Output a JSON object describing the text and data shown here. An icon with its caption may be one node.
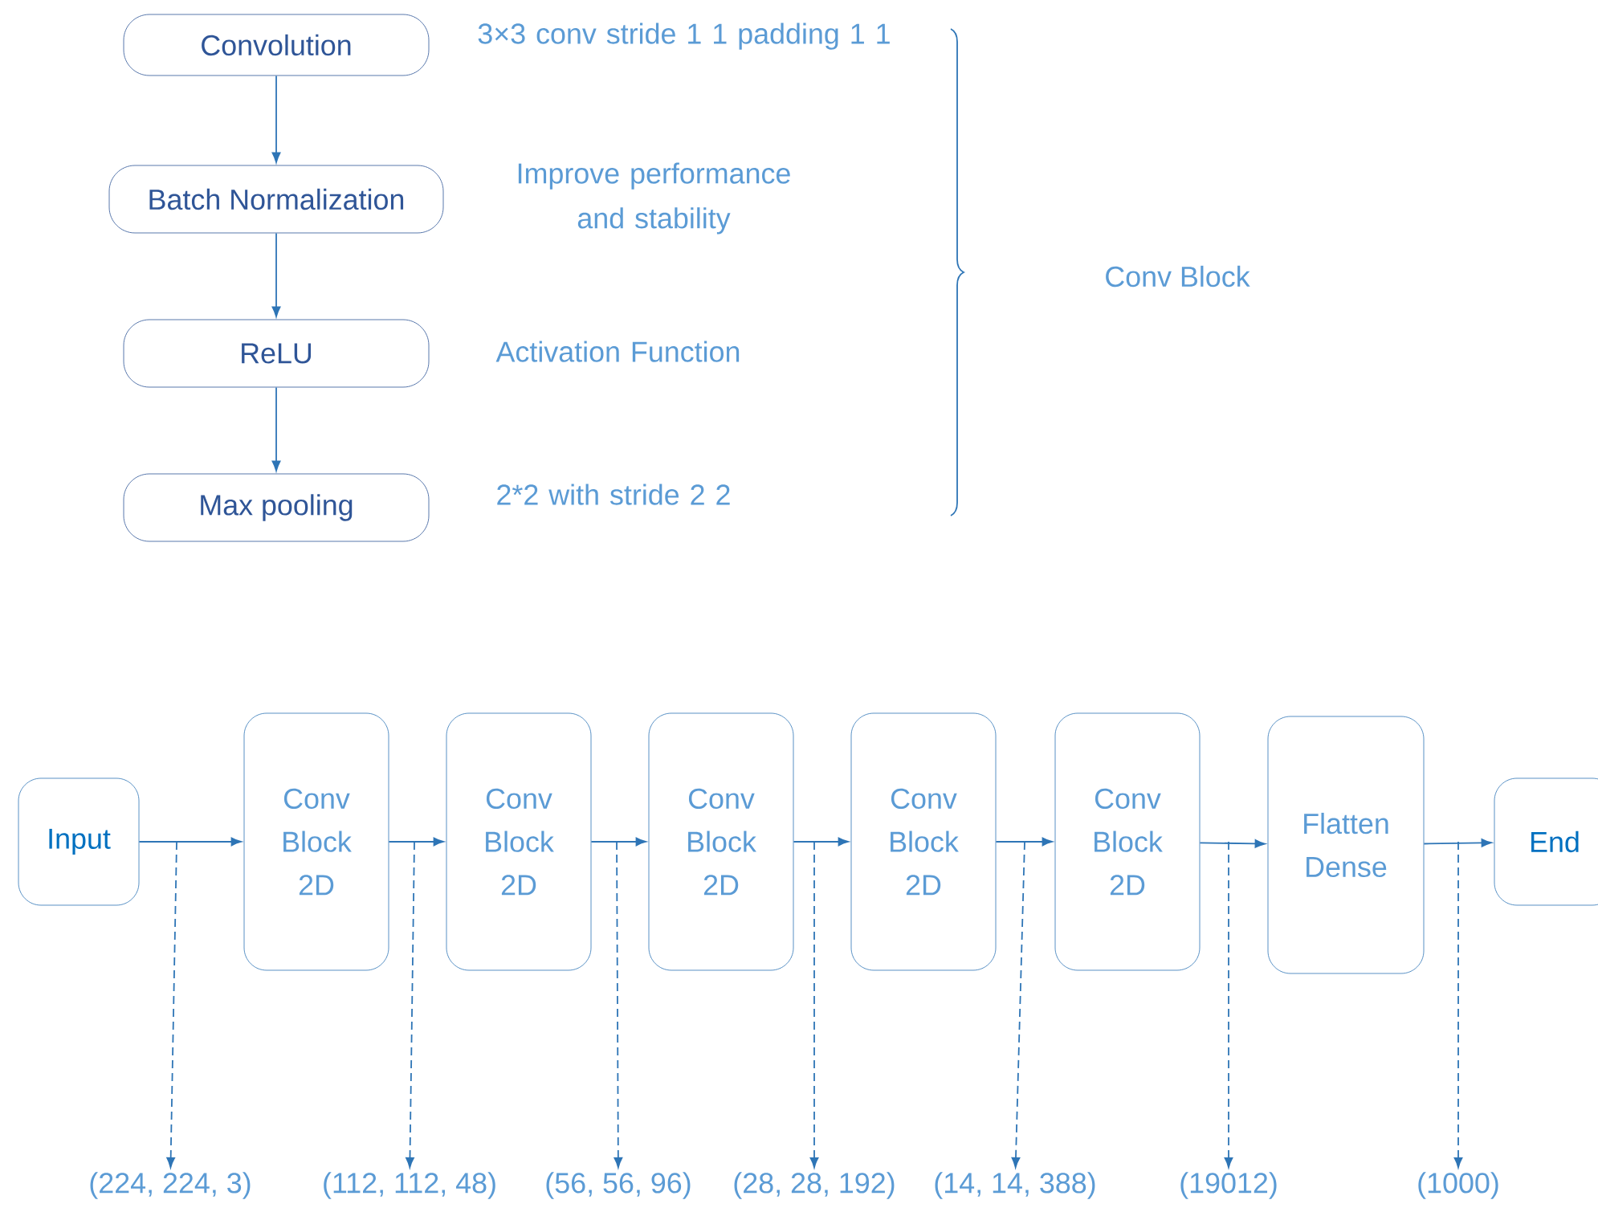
{
  "diagram": {
    "nodes": [
      {
        "text": [
          "Convolution"
        ],
        "beside": [
          "3×3 conv stride 1 1 padding 1 1"
        ]
      },
      {
        "text": [
          "Batch Normalization"
        ],
        "beside": [
          "Improve performance and stability"
        ]
      },
      {
        "text": [
          "ReLU"
        ],
        "beside": [
          "Activation Function"
        ]
      },
      {
        "text": [
          "Max pooling"
        ],
        "beside": [
          "2*2 with stride 2 2"
        ]
      },
      {
        "text": [
          "Input"
        ]
      },
      {
        "text": [
          "Conv Block 2D"
        ]
      },
      {
        "text": [
          "Conv Block 2D"
        ]
      },
      {
        "text": [
          "Conv Block 2D"
        ]
      },
      {
        "text": [
          "Conv Block 2D"
        ]
      },
      {
        "text": [
          "Conv Block 2D"
        ]
      },
      {
        "text": [
          "Flatten Dense"
        ]
      },
      {
        "text": [
          "End"
        ]
      },
      {
        "text": [
          "(224, 224, 3)"
        ]
      },
      {
        "text": [
          "(112, 112, 48)"
        ]
      },
      {
        "text": [
          "(56, 56, 96)"
        ]
      },
      {
        "text": [
          "(28, 28, 192)"
        ]
      },
      {
        "text": [
          "(14, 14, 388)"
        ]
      },
      {
        "text": [
          "(19012)"
        ]
      },
      {
        "text": [
          "(1000)"
        ]
      }
    ],
    "edges": [
      {
        "from": 0,
        "to": 1,
        "arrow": "to"
      },
      {
        "from": 1,
        "to": 2,
        "arrow": "to"
      },
      {
        "from": 2,
        "to": 3,
        "arrow": "to"
      },
      {
        "from": 4,
        "to": 5,
        "arrow": "to"
      },
      {
        "from": 5,
        "to": 6,
        "arrow": "to"
      },
      {
        "from": 6,
        "to": 7,
        "arrow": "to"
      },
      {
        "from": 7,
        "to": 8,
        "arrow": "to"
      },
      {
        "from": 8,
        "to": 9,
        "arrow": "to"
      },
      {
        "from": 9,
        "to": 10,
        "arrow": "to"
      },
      {
        "from": 10,
        "to": 11,
        "arrow": "to"
      },
      {
        "from": null,
        "to": 12,
        "arrow": "to",
        "style": "dashed"
      },
      {
        "from": null,
        "to": 13,
        "arrow": "to",
        "style": "dashed"
      },
      {
        "from": null,
        "to": 14,
        "arrow": "to",
        "style": "dashed"
      },
      {
        "from": null,
        "to": 15,
        "arrow": "to",
        "style": "dashed"
      },
      {
        "from": null,
        "to": 16,
        "arrow": "to",
        "style": "dashed"
      },
      {
        "from": null,
        "to": 17,
        "arrow": "to",
        "style": "dashed"
      },
      {
        "from": null,
        "to": 18,
        "arrow": "to",
        "style": "dashed"
      }
    ],
    "labels": [
      "Conv Block"
    ]
  }
}
